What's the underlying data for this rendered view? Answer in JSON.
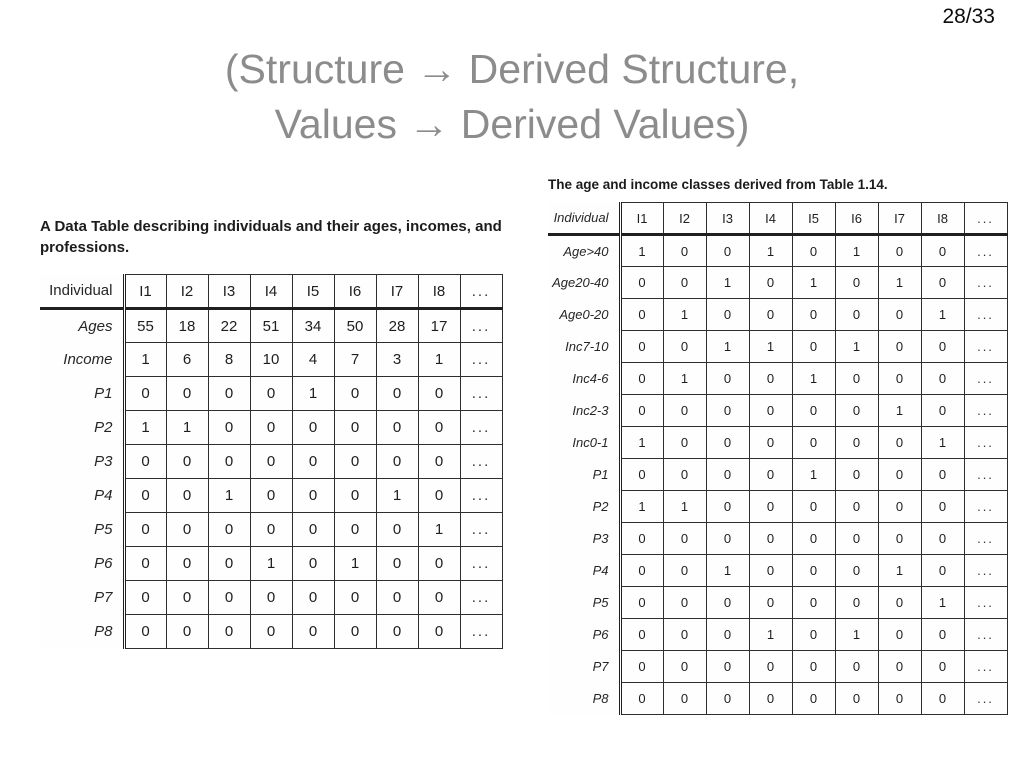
{
  "page_number": "28/33",
  "title": {
    "line1": "(Structure → Derived Structure,",
    "line2": "Values → Derived Values)"
  },
  "colors": {
    "title_gray": "#8c8c8c",
    "table_ink": "#1e1e1e",
    "background": "#ffffff"
  },
  "left_table": {
    "caption": "A Data Table describing individuals and their ages, incomes, and professions.",
    "header": [
      "Individual",
      "I1",
      "I2",
      "I3",
      "I4",
      "I5",
      "I6",
      "I7",
      "I8",
      "..."
    ],
    "rows": [
      {
        "label": "Ages",
        "values": [
          "55",
          "18",
          "22",
          "51",
          "34",
          "50",
          "28",
          "17",
          "..."
        ]
      },
      {
        "label": "Income",
        "values": [
          "1",
          "6",
          "8",
          "10",
          "4",
          "7",
          "3",
          "1",
          "..."
        ]
      },
      {
        "label": "P1",
        "values": [
          "0",
          "0",
          "0",
          "0",
          "1",
          "0",
          "0",
          "0",
          "..."
        ]
      },
      {
        "label": "P2",
        "values": [
          "1",
          "1",
          "0",
          "0",
          "0",
          "0",
          "0",
          "0",
          "..."
        ]
      },
      {
        "label": "P3",
        "values": [
          "0",
          "0",
          "0",
          "0",
          "0",
          "0",
          "0",
          "0",
          "..."
        ]
      },
      {
        "label": "P4",
        "values": [
          "0",
          "0",
          "1",
          "0",
          "0",
          "0",
          "1",
          "0",
          "..."
        ]
      },
      {
        "label": "P5",
        "values": [
          "0",
          "0",
          "0",
          "0",
          "0",
          "0",
          "0",
          "1",
          "..."
        ]
      },
      {
        "label": "P6",
        "values": [
          "0",
          "0",
          "0",
          "1",
          "0",
          "1",
          "0",
          "0",
          "..."
        ]
      },
      {
        "label": "P7",
        "values": [
          "0",
          "0",
          "0",
          "0",
          "0",
          "0",
          "0",
          "0",
          "..."
        ]
      },
      {
        "label": "P8",
        "values": [
          "0",
          "0",
          "0",
          "0",
          "0",
          "0",
          "0",
          "0",
          "..."
        ]
      }
    ]
  },
  "right_table": {
    "caption": "The age and income classes derived from Table 1.14.",
    "header": [
      "Individual",
      "I1",
      "I2",
      "I3",
      "I4",
      "I5",
      "I6",
      "I7",
      "I8",
      "..."
    ],
    "rows": [
      {
        "label": "Age>40",
        "values": [
          "1",
          "0",
          "0",
          "1",
          "0",
          "1",
          "0",
          "0",
          "..."
        ]
      },
      {
        "label": "Age20-40",
        "values": [
          "0",
          "0",
          "1",
          "0",
          "1",
          "0",
          "1",
          "0",
          "..."
        ]
      },
      {
        "label": "Age0-20",
        "values": [
          "0",
          "1",
          "0",
          "0",
          "0",
          "0",
          "0",
          "1",
          "..."
        ]
      },
      {
        "label": "Inc7-10",
        "values": [
          "0",
          "0",
          "1",
          "1",
          "0",
          "1",
          "0",
          "0",
          "..."
        ]
      },
      {
        "label": "Inc4-6",
        "values": [
          "0",
          "1",
          "0",
          "0",
          "1",
          "0",
          "0",
          "0",
          "..."
        ]
      },
      {
        "label": "Inc2-3",
        "values": [
          "0",
          "0",
          "0",
          "0",
          "0",
          "0",
          "1",
          "0",
          "..."
        ]
      },
      {
        "label": "Inc0-1",
        "values": [
          "1",
          "0",
          "0",
          "0",
          "0",
          "0",
          "0",
          "1",
          "..."
        ]
      },
      {
        "label": "P1",
        "values": [
          "0",
          "0",
          "0",
          "0",
          "1",
          "0",
          "0",
          "0",
          "..."
        ]
      },
      {
        "label": "P2",
        "values": [
          "1",
          "1",
          "0",
          "0",
          "0",
          "0",
          "0",
          "0",
          "..."
        ]
      },
      {
        "label": "P3",
        "values": [
          "0",
          "0",
          "0",
          "0",
          "0",
          "0",
          "0",
          "0",
          "..."
        ]
      },
      {
        "label": "P4",
        "values": [
          "0",
          "0",
          "1",
          "0",
          "0",
          "0",
          "1",
          "0",
          "..."
        ]
      },
      {
        "label": "P5",
        "values": [
          "0",
          "0",
          "0",
          "0",
          "0",
          "0",
          "0",
          "1",
          "..."
        ]
      },
      {
        "label": "P6",
        "values": [
          "0",
          "0",
          "0",
          "1",
          "0",
          "1",
          "0",
          "0",
          "..."
        ]
      },
      {
        "label": "P7",
        "values": [
          "0",
          "0",
          "0",
          "0",
          "0",
          "0",
          "0",
          "0",
          "..."
        ]
      },
      {
        "label": "P8",
        "values": [
          "0",
          "0",
          "0",
          "0",
          "0",
          "0",
          "0",
          "0",
          "..."
        ]
      }
    ]
  }
}
